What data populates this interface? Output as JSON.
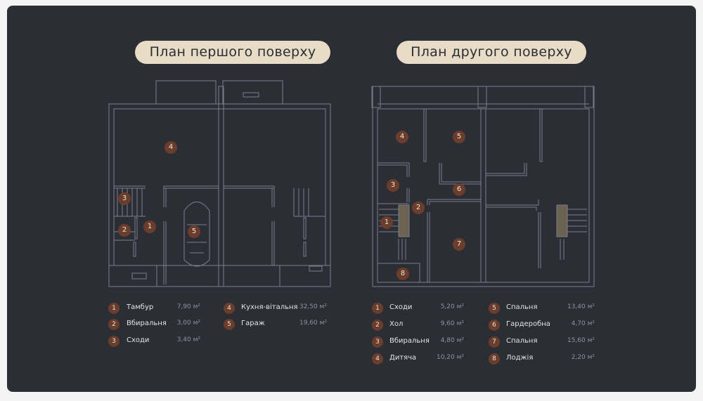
{
  "first_floor": {
    "title": "План першого поверху",
    "rooms": [
      {
        "num": "1",
        "name": "Тамбур",
        "area": "7,90 м²"
      },
      {
        "num": "2",
        "name": "Вбиральня",
        "area": "3,00 м²"
      },
      {
        "num": "3",
        "name": "Сходи",
        "area": "3,40 м²"
      },
      {
        "num": "4",
        "name": "Кухня-вітальня",
        "area": "32,50 м²"
      },
      {
        "num": "5",
        "name": "Гараж",
        "area": "19,60 м²"
      }
    ]
  },
  "second_floor": {
    "title": "План другого поверху",
    "rooms": [
      {
        "num": "1",
        "name": "Сходи",
        "area": "5,20 м²"
      },
      {
        "num": "2",
        "name": "Хол",
        "area": "9,60 м²"
      },
      {
        "num": "3",
        "name": "Вбиральня",
        "area": "4,80 м²"
      },
      {
        "num": "4",
        "name": "Дитяча",
        "area": "10,20 м²"
      },
      {
        "num": "5",
        "name": "Спальня",
        "area": "13,40 м²"
      },
      {
        "num": "6",
        "name": "Гардеробна",
        "area": "4,70 м²"
      },
      {
        "num": "7",
        "name": "Спальня",
        "area": "15,60 м²"
      },
      {
        "num": "8",
        "name": "Лоджія",
        "area": "2,20 м²"
      }
    ]
  },
  "colors": {
    "background": "#2b2e35",
    "pill": "#e8dcc6",
    "marker": "#6a3d2c",
    "stair_highlight": "#6b6252"
  }
}
